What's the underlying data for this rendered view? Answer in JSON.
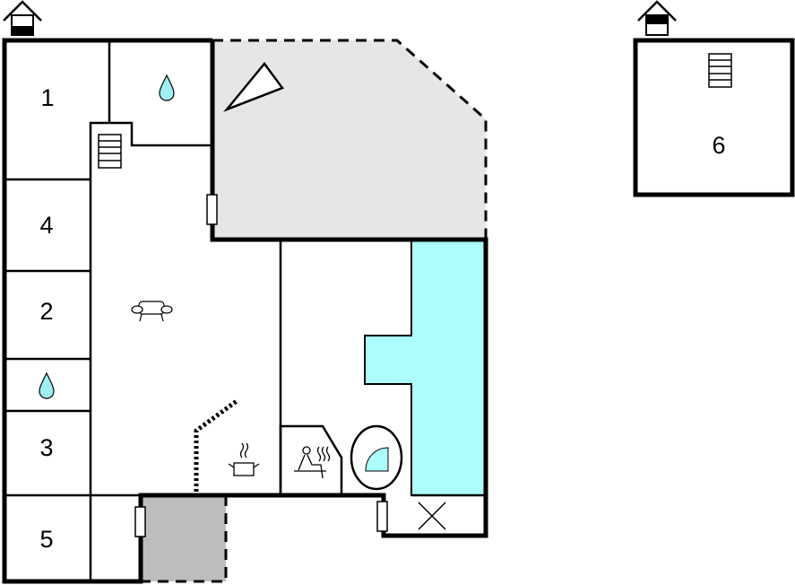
{
  "rooms": [
    {
      "label": "1"
    },
    {
      "label": "4"
    },
    {
      "label": "2"
    },
    {
      "label": "3"
    },
    {
      "label": "5"
    },
    {
      "label": "6"
    }
  ],
  "colors": {
    "wall": "#000000",
    "terrace": "#e6e6e6",
    "carport": "#bdbdbd",
    "pool": "#adfdfd",
    "water_drop": "#9ff0f5"
  },
  "icons": [
    "house-entrance-icon",
    "water-drop-icon",
    "stairs-icon",
    "sofa-icon",
    "cooking-pot-icon",
    "sauna-icon",
    "shower-icon",
    "compass-triangle-icon",
    "window-icon",
    "fireplace-icon"
  ]
}
